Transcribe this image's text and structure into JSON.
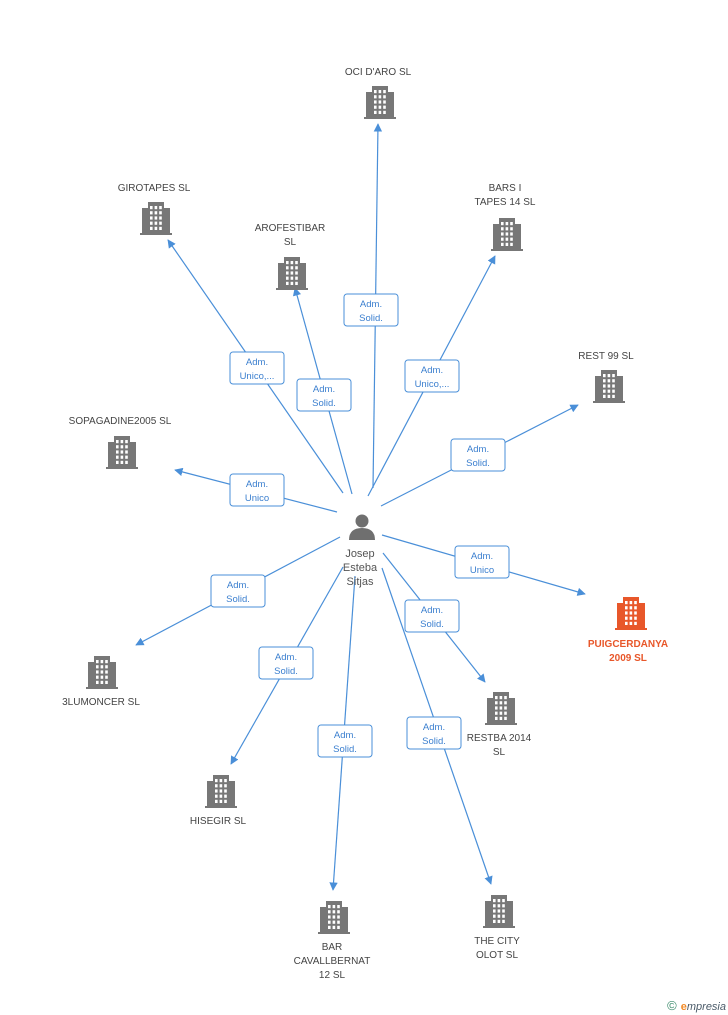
{
  "colors": {
    "edge": "#4a8fd8",
    "building": "#777777",
    "focus_building": "#e8572a",
    "person": "#6f6f6f"
  },
  "person": {
    "name_lines": [
      "Josep",
      "Esteba",
      "Sitjas"
    ],
    "icon": "person-icon"
  },
  "companies": [
    {
      "id": "oci-d-aro",
      "name_lines": [
        "OCI D'ARO SL"
      ],
      "icon": "building-icon"
    },
    {
      "id": "girotapes",
      "name_lines": [
        "GIROTAPES  SL"
      ],
      "icon": "building-icon"
    },
    {
      "id": "bars-i-tapes-14",
      "name_lines": [
        "BARS I",
        "TAPES 14  SL"
      ],
      "icon": "building-icon"
    },
    {
      "id": "arofestibar",
      "name_lines": [
        "AROFESTIBAR",
        "SL"
      ],
      "icon": "building-icon"
    },
    {
      "id": "rest-99",
      "name_lines": [
        "REST 99 SL"
      ],
      "icon": "building-icon"
    },
    {
      "id": "sopagadine2005",
      "name_lines": [
        "SOPAGADINE2005 SL"
      ],
      "icon": "building-icon"
    },
    {
      "id": "puigcerdanya-2009",
      "name_lines": [
        "PUIGCERDANYA",
        "2009 SL"
      ],
      "icon": "building-icon",
      "focus": true
    },
    {
      "id": "3lumoncer",
      "name_lines": [
        "3LUMONCER SL"
      ],
      "icon": "building-icon"
    },
    {
      "id": "restba-2014",
      "name_lines": [
        "RESTBA 2014",
        "SL"
      ],
      "icon": "building-icon"
    },
    {
      "id": "hisegir",
      "name_lines": [
        "HISEGIR  SL"
      ],
      "icon": "building-icon"
    },
    {
      "id": "the-city-olot",
      "name_lines": [
        "THE CITY",
        "OLOT SL"
      ],
      "icon": "building-icon"
    },
    {
      "id": "bar-cavallbernat-12",
      "name_lines": [
        "BAR",
        "CAVALLBERNAT",
        "12 SL"
      ],
      "icon": "building-icon"
    }
  ],
  "relations": [
    {
      "to": "oci-d-aro",
      "role_lines": [
        "Adm.",
        "Solid."
      ]
    },
    {
      "to": "girotapes",
      "role_lines": [
        "Adm.",
        "Unico,..."
      ]
    },
    {
      "to": "bars-i-tapes-14",
      "role_lines": [
        "Adm.",
        "Unico,..."
      ]
    },
    {
      "to": "arofestibar",
      "role_lines": [
        "Adm.",
        "Solid."
      ]
    },
    {
      "to": "rest-99",
      "role_lines": [
        "Adm.",
        "Solid."
      ]
    },
    {
      "to": "sopagadine2005",
      "role_lines": [
        "Adm.",
        "Unico"
      ]
    },
    {
      "to": "puigcerdanya-2009",
      "role_lines": [
        "Adm.",
        "Unico"
      ]
    },
    {
      "to": "3lumoncer",
      "role_lines": [
        "Adm.",
        "Solid."
      ]
    },
    {
      "to": "restba-2014",
      "role_lines": [
        "Adm.",
        "Solid."
      ]
    },
    {
      "to": "hisegir",
      "role_lines": [
        "Adm.",
        "Solid."
      ]
    },
    {
      "to": "the-city-olot",
      "role_lines": [
        "Adm.",
        "Solid."
      ]
    },
    {
      "to": "bar-cavallbernat-12",
      "role_lines": [
        "Adm.",
        "Solid."
      ]
    }
  ],
  "footer": {
    "copyright_symbol": "©",
    "brand_initial": "e",
    "brand_rest": "mpresia"
  }
}
